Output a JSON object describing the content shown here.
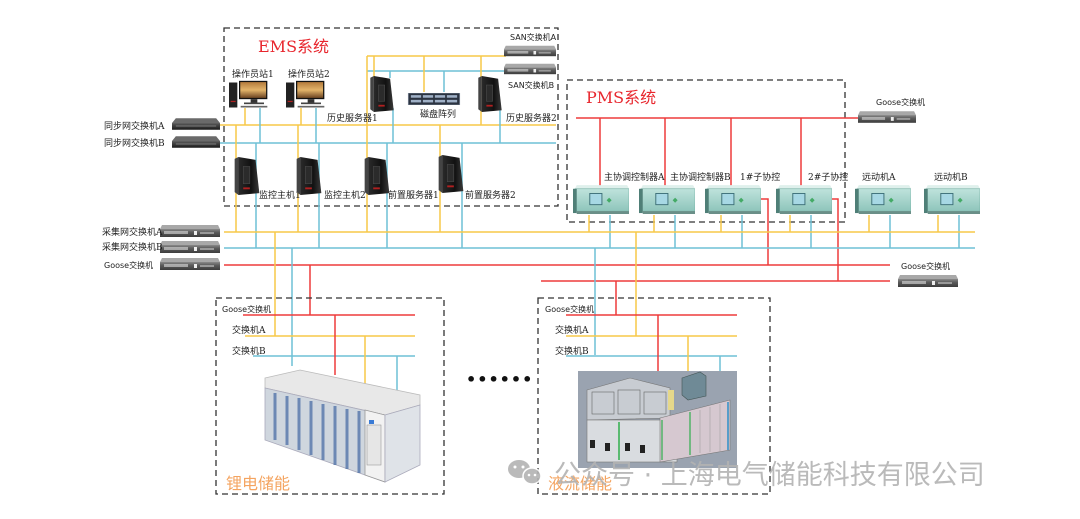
{
  "colors": {
    "yellow_line": "#f7c948",
    "blue_line": "#6ec1d6",
    "red_line": "#ee3b3b",
    "dashed_box": "#333333",
    "system_title": "#e8262d",
    "storage_title": "#f4a460",
    "watermark": "#b3b3b3"
  },
  "ems": {
    "title": "EMS系统",
    "operator_station_1": "操作员站1",
    "operator_station_2": "操作员站2",
    "history_server_1": "历史服务器1",
    "history_server_2": "历史服务器2",
    "disk_array": "磁盘阵列",
    "san_switch_a": "SAN交换机A",
    "san_switch_b": "SAN交换机B",
    "monitor_host_1": "监控主机1",
    "monitor_host_2": "监控主机2",
    "front_server_1": "前置服务器1",
    "front_server_2": "前置服务器2"
  },
  "left_switches": {
    "sync_a": "同步网交换机A",
    "sync_b": "同步网交换机B",
    "collect_a": "采集网交换机A",
    "collect_b": "采集网交换机B",
    "goose": "Goose交换机"
  },
  "pms": {
    "title": "PMS系统",
    "goose_switch": "Goose交换机",
    "master_ctrl_a": "主协调控制器A",
    "master_ctrl_b": "主协调控制器B",
    "sub_ctrl_1": "1#子协控",
    "sub_ctrl_2": "2#子协控"
  },
  "remote": {
    "remote_a": "远动机A",
    "remote_b": "远动机B"
  },
  "right_goose_switch": "Goose交换机",
  "storage_units": [
    {
      "title": "锂电储能",
      "goose_label": "Goose交换机",
      "switch_a": "交换机A",
      "switch_b": "交换机B"
    },
    {
      "title": "液流储能",
      "goose_label": "Goose交换机",
      "switch_a": "交换机A",
      "switch_b": "交换机B"
    }
  ],
  "ellipsis": "••••••",
  "watermark": "公众号 · 上海电气储能科技有限公司"
}
